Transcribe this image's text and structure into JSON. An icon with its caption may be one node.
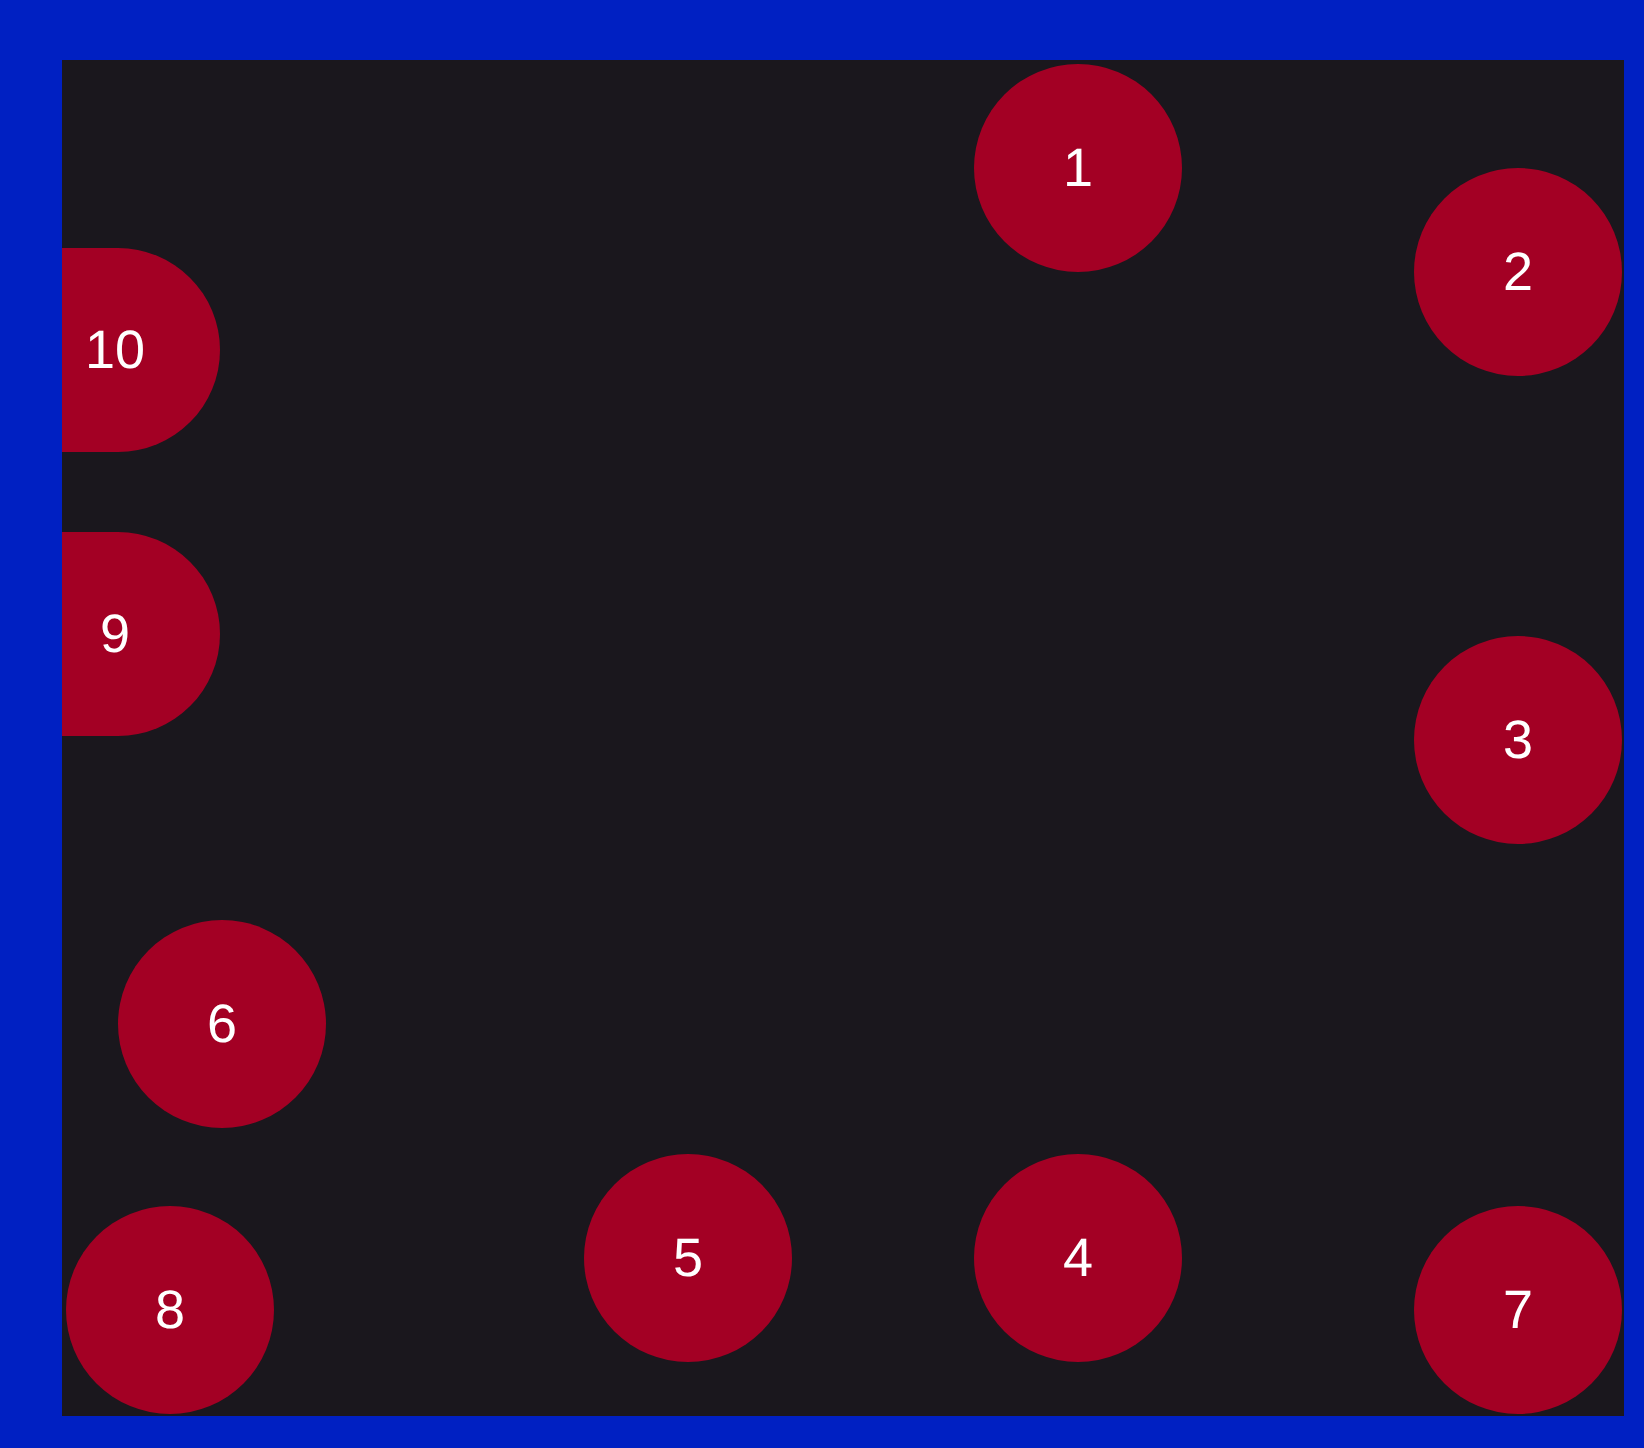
{
  "diagram": {
    "nodes": [
      {
        "text": [
          "1"
        ]
      },
      {
        "text": [
          "2"
        ]
      },
      {
        "text": [
          "3"
        ]
      },
      {
        "text": [
          "4"
        ]
      },
      {
        "text": [
          "5"
        ]
      },
      {
        "text": [
          "6"
        ]
      },
      {
        "text": [
          "7"
        ]
      },
      {
        "text": [
          "8"
        ]
      },
      {
        "text": [
          "9"
        ]
      },
      {
        "text": [
          "10"
        ]
      }
    ]
  }
}
